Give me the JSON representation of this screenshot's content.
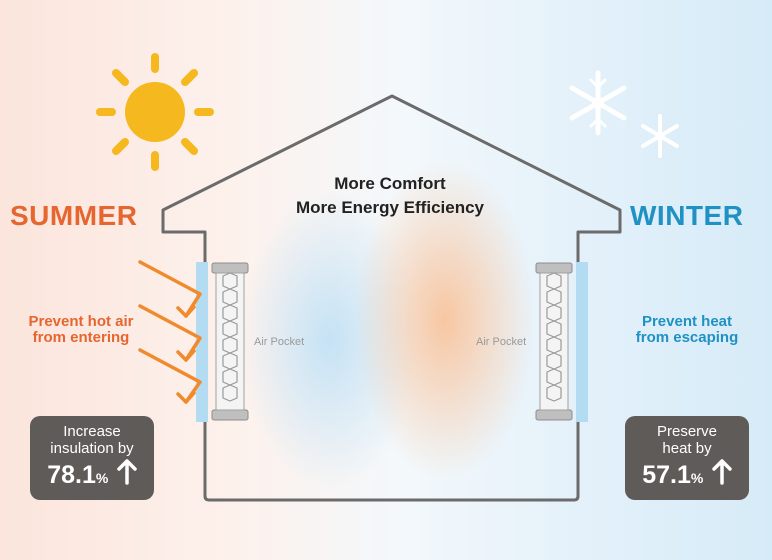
{
  "headline": {
    "line1": "More Comfort",
    "line2": "More Energy Efficiency"
  },
  "summer": {
    "label": "SUMMER",
    "note_line1": "Prevent hot air",
    "note_line2": "from entering",
    "stat_line1": "Increase",
    "stat_line2": "insulation by",
    "stat_value": "78.1",
    "stat_unit": "%",
    "accent": "#e6662f"
  },
  "winter": {
    "label": "WINTER",
    "note_line1": "Prevent heat",
    "note_line2": "from escaping",
    "stat_line1": "Preserve",
    "stat_line2": "heat by",
    "stat_value": "57.1",
    "stat_unit": "%",
    "accent": "#1f91c2"
  },
  "air_pocket_label": "Air Pocket",
  "icons": [
    "sun-icon",
    "snowflake-icon",
    "arrow-up-icon",
    "heat-arrow-icon"
  ]
}
